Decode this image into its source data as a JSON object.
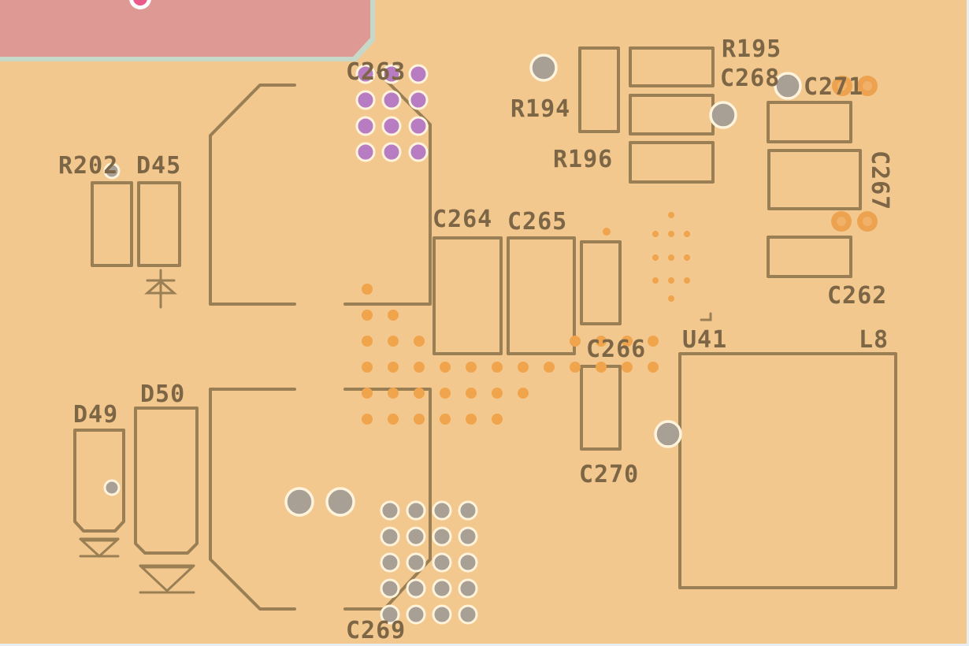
{
  "board": {
    "background": "#f2c88f",
    "silkscreen_color": "#9a7f55",
    "label_color": "#7c6646",
    "copper_pour_color": "#df9994"
  },
  "labels": {
    "r195": "R195",
    "c268": "C268",
    "c271": "C271",
    "c263": "C263",
    "r194": "R194",
    "r196": "R196",
    "r202": "R202",
    "d45": "D45",
    "c267": "C267",
    "c264": "C264",
    "c265": "C265",
    "c262": "C262",
    "u41": "U41",
    "l8": "L8",
    "c266": "C266",
    "d49": "D49",
    "d50": "D50",
    "c270": "C270",
    "c269": "C269"
  }
}
